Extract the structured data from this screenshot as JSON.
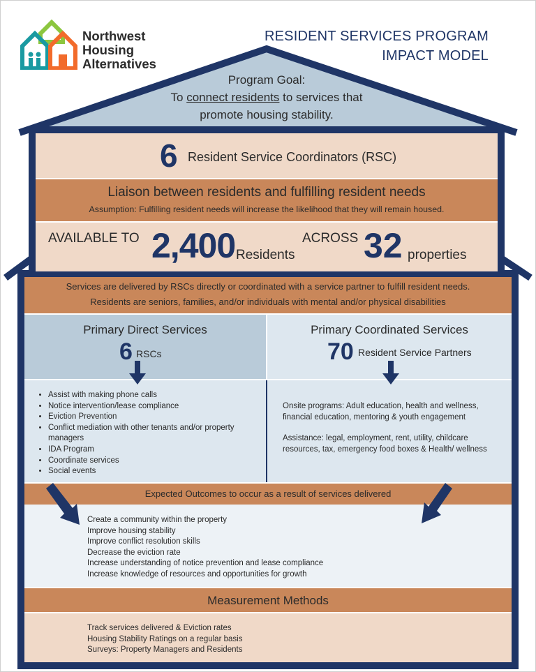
{
  "org": {
    "name_line1": "Northwest",
    "name_line2": "Housing",
    "name_line3": "Alternatives",
    "logo_colors": {
      "green": "#8cc63f",
      "teal": "#1a9aa1",
      "orange": "#f26b2b"
    }
  },
  "title": {
    "line1": "RESIDENT SERVICES PROGRAM",
    "line2": "IMPACT MODEL"
  },
  "goal": {
    "heading": "Program Goal:",
    "line1_pre": "To ",
    "line1_link": "connect residents",
    "line1_post": " to services that",
    "line2": "promote housing stability."
  },
  "coordinators": {
    "number": "6",
    "label": "Resident Service Coordinators (RSC)"
  },
  "liaison": {
    "title": "Liaison between residents and fulfilling resident needs",
    "assumption": "Assumption: Fulfilling resident needs will increase the likelihood that they will remain housed."
  },
  "availability": {
    "prefix": "AVAILABLE TO",
    "residents_number": "2,400",
    "residents_label": "Residents",
    "across": "ACROSS",
    "properties_number": "32",
    "properties_label": "properties"
  },
  "delivery": {
    "line1": "Services are delivered by RSCs directly or coordinated with a service partner to fulfill resident needs.",
    "line2": "Residents are seniors, families, and/or individuals with mental and/or physical disabilities"
  },
  "direct": {
    "title": "Primary Direct Services",
    "number": "6",
    "unit": "RSCs",
    "items": [
      "Assist with making phone calls",
      "Notice intervention/lease compliance",
      "Eviction Prevention",
      "Conflict mediation with other tenants and/or property managers",
      "IDA Program",
      "Coordinate services",
      "Social events"
    ]
  },
  "coordinated": {
    "title": "Primary Coordinated Services",
    "number": "70",
    "unit": "Resident Service Partners",
    "para1": "Onsite programs: Adult education, health and wellness, financial education, mentoring & youth engagement",
    "para2": "Assistance: legal, employment, rent, utility, childcare resources, tax, emergency food boxes & Health/ wellness"
  },
  "outcomes": {
    "header": "Expected Outcomes to occur as a result of services delivered",
    "items": [
      "Create a community within the property",
      "Improve housing stability",
      "Improve conflict resolution skills",
      "Decrease the eviction rate",
      "Increase understanding of notice prevention and lease compliance",
      "Increase knowledge of resources and opportunities for growth"
    ]
  },
  "measurement": {
    "header": "Measurement Methods",
    "items": [
      "Track services delivered & Eviction rates",
      "Housing Stability Ratings on a regular basis",
      "Surveys: Property Managers and Residents"
    ]
  },
  "colors": {
    "navy": "#1f3566",
    "tan": "#c9875a",
    "peach": "#f0d9c8",
    "light_blue": "#b9cbd9",
    "pale_blue": "#dde7ef"
  }
}
